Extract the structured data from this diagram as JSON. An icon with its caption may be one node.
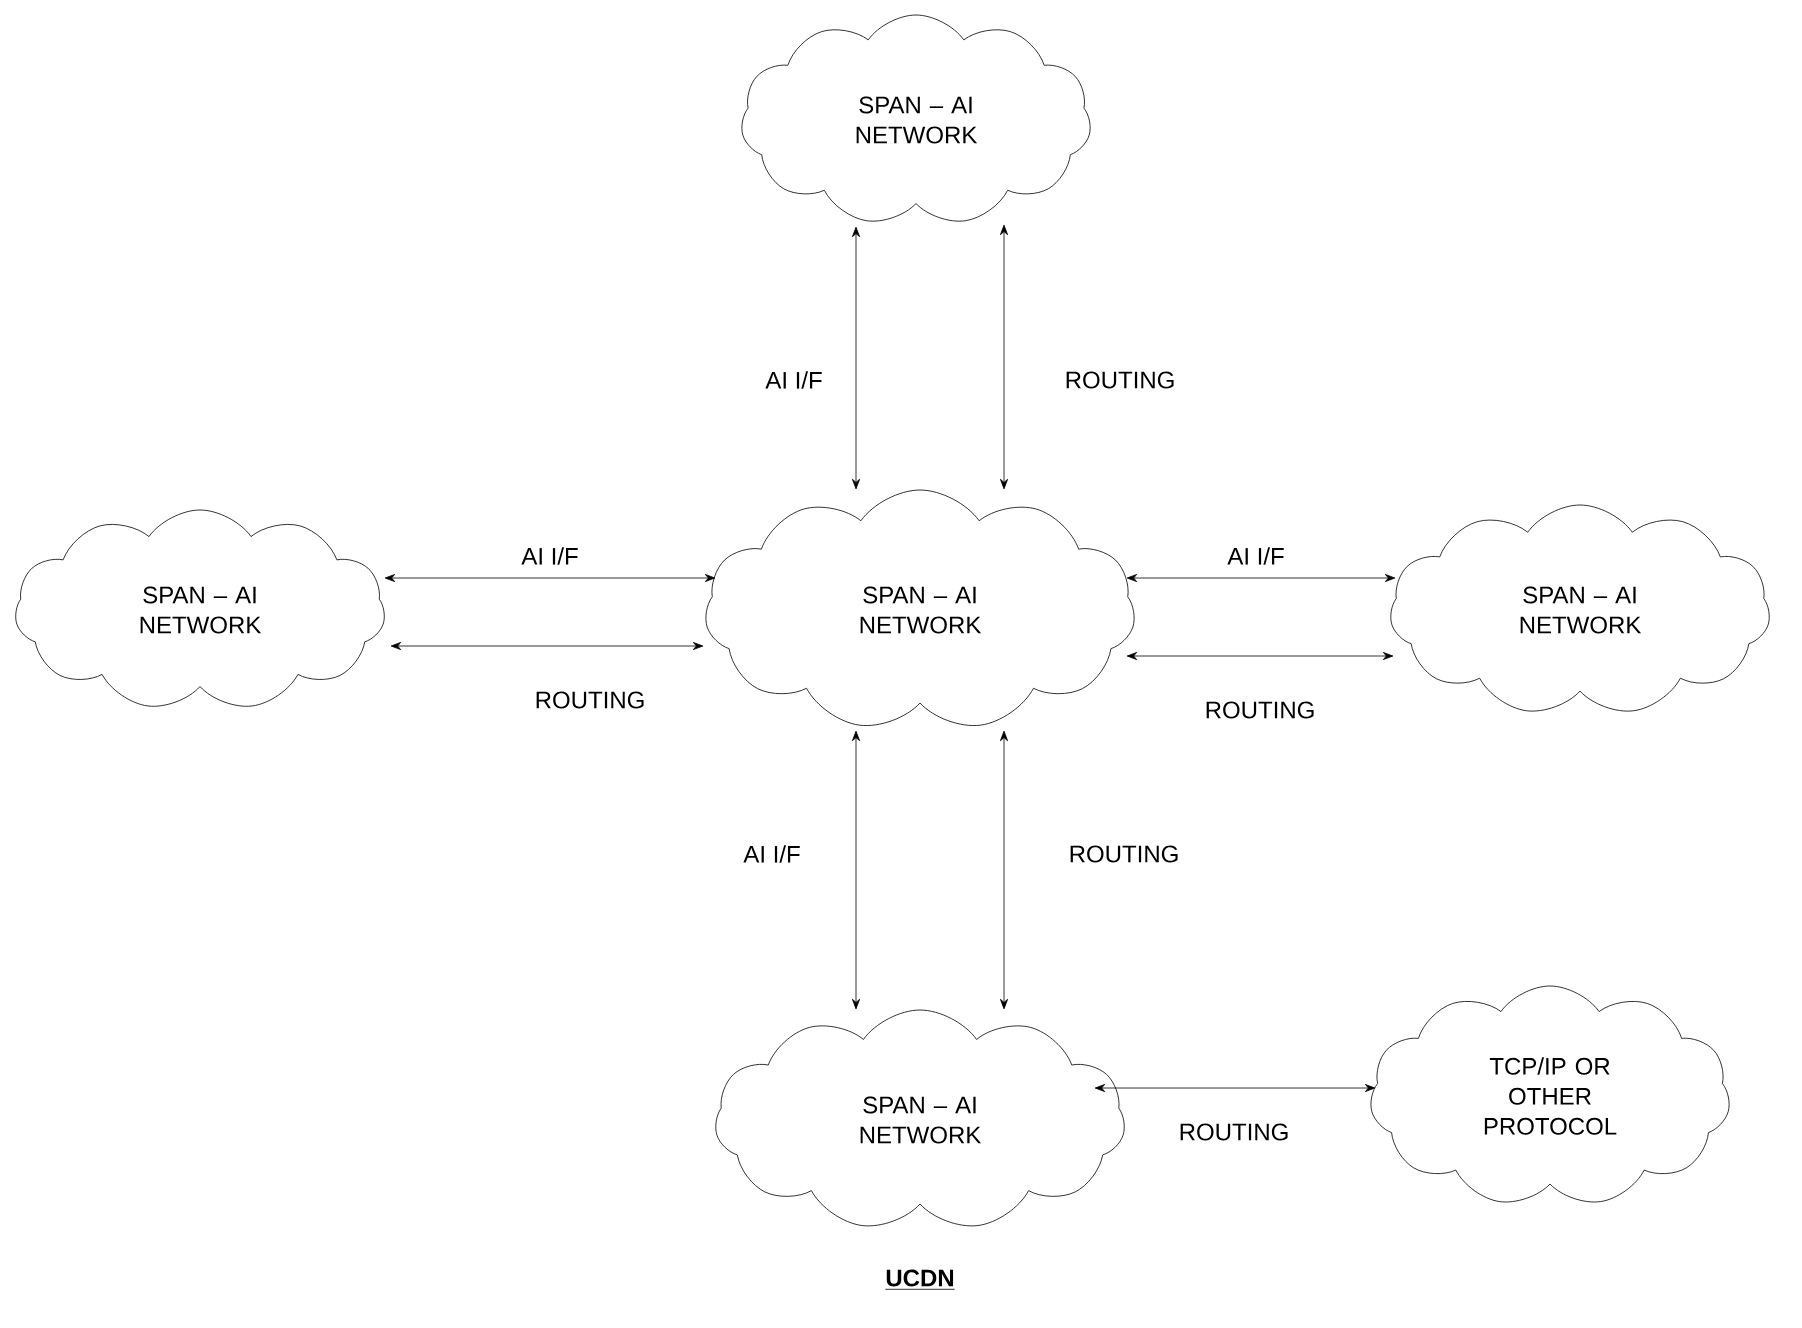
{
  "diagram": {
    "caption": "UCDN",
    "nodes": [
      {
        "text": [
          "SPAN – AI NETWORK"
        ]
      },
      {
        "text": [
          "SPAN – AI NETWORK"
        ]
      },
      {
        "text": [
          "SPAN – AI NETWORK"
        ]
      },
      {
        "text": [
          "SPAN – AI NETWORK"
        ]
      },
      {
        "text": [
          "SPAN – AI NETWORK"
        ]
      },
      {
        "text": [
          "TCP/IP OR OTHER PROTOCOL"
        ]
      }
    ],
    "edges": [
      {
        "from": 0,
        "to": 2,
        "arrow": "both",
        "label": "AI I/F"
      },
      {
        "from": 0,
        "to": 2,
        "arrow": "both",
        "label": "ROUTING"
      },
      {
        "from": 1,
        "to": 2,
        "arrow": "both",
        "label": "AI I/F"
      },
      {
        "from": 1,
        "to": 2,
        "arrow": "both",
        "label": "ROUTING"
      },
      {
        "from": 2,
        "to": 3,
        "arrow": "both",
        "label": "AI I/F"
      },
      {
        "from": 2,
        "to": 3,
        "arrow": "both",
        "label": "ROUTING"
      },
      {
        "from": 2,
        "to": 4,
        "arrow": "both",
        "label": "AI I/F"
      },
      {
        "from": 2,
        "to": 4,
        "arrow": "both",
        "label": "ROUTING"
      },
      {
        "from": 4,
        "to": 5,
        "arrow": "both",
        "label": "ROUTING"
      }
    ]
  }
}
